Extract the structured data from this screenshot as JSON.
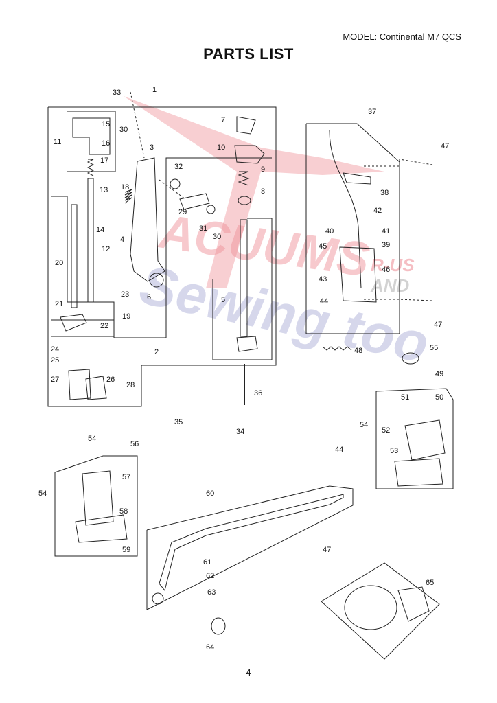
{
  "header": {
    "model": "MODEL: Continental M7 QCS",
    "title": "PARTS LIST"
  },
  "footer": {
    "page_number": "4"
  },
  "watermark": {
    "line1": "ACUUMS",
    "line1_suffix": "R-US",
    "line2": "Sewing too",
    "line2_suffix": "AND",
    "colors": {
      "red": "#e23b4a",
      "blue": "#5a5fb0",
      "gray": "#8a8a8a"
    }
  },
  "callouts": [
    "1",
    "2",
    "3",
    "4",
    "5",
    "6",
    "7",
    "8",
    "9",
    "10",
    "11",
    "12",
    "13",
    "14",
    "15",
    "16",
    "17",
    "18",
    "19",
    "20",
    "21",
    "22",
    "23",
    "24",
    "25",
    "26",
    "27",
    "28",
    "29",
    "30",
    "30",
    "31",
    "32",
    "33",
    "34",
    "35",
    "36",
    "37",
    "38",
    "39",
    "40",
    "41",
    "42",
    "43",
    "44",
    "44",
    "45",
    "46",
    "47",
    "47",
    "47",
    "48",
    "49",
    "50",
    "51",
    "52",
    "53",
    "54",
    "54",
    "54",
    "55",
    "56",
    "57",
    "58",
    "59",
    "60",
    "61",
    "62",
    "63",
    "64",
    "65"
  ]
}
